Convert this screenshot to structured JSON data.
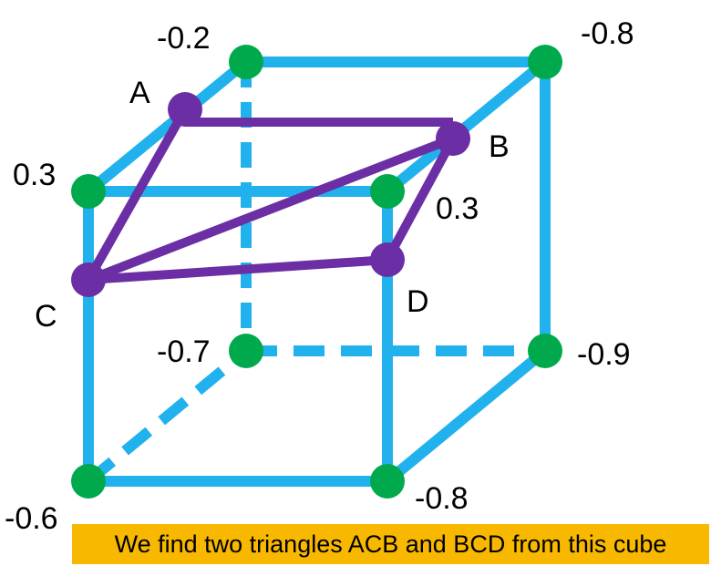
{
  "colors": {
    "edge": "#21b2ee",
    "vertex": "#00aa4c",
    "triangle": "#6b2ea4",
    "caption_bg": "#f9b800"
  },
  "vertex_values": {
    "back_top_left": "-0.2",
    "back_top_right": "-0.8",
    "front_top_left": "0.3",
    "front_top_right": "0.3",
    "back_bottom_left": "-0.7",
    "back_bottom_right": "-0.9",
    "front_bottom_left": "-0.6",
    "front_bottom_right": "-0.8"
  },
  "points": {
    "a": "A",
    "b": "B",
    "c": "C",
    "d": "D"
  },
  "caption": "We find two triangles ACB and BCD from this cube"
}
